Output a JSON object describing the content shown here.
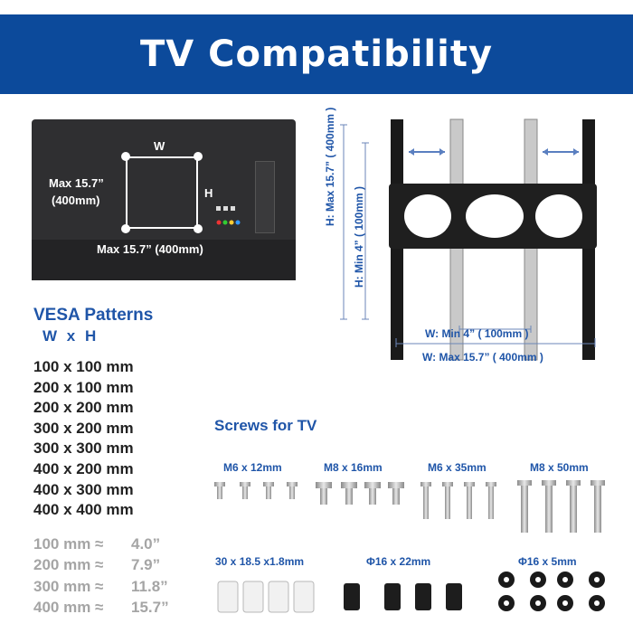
{
  "title": "TV  Compatibility",
  "tv": {
    "w_label": "W",
    "h_label": "H",
    "max_h_line1": "Max 15.7”",
    "max_h_line2": "(400mm)",
    "max_w": "Max 15.7”  (400mm)"
  },
  "mount": {
    "h_max": "H:  Max  15.7”  ( 400mm )",
    "h_min": "H:  Min  4”  ( 100mm )",
    "w_min": "W:  Min  4”  ( 100mm )",
    "w_max": "W:  Max  15.7”  ( 400mm )"
  },
  "vesa": {
    "title": "VESA Patterns",
    "wh": "W  x  H",
    "patterns": [
      "100 x 100 mm",
      "200 x 100 mm",
      "200 x 200 mm",
      "300 x 200 mm",
      "300 x 300 mm",
      "400 x 200 mm",
      "400 x 300 mm",
      "400 x 400 mm"
    ],
    "conversions": [
      {
        "mm": "100 mm ≈",
        "in": "4.0”"
      },
      {
        "mm": "200 mm ≈",
        "in": "7.9”"
      },
      {
        "mm": "300 mm ≈",
        "in": "11.8”"
      },
      {
        "mm": "400 mm ≈",
        "in": "15.7”"
      }
    ]
  },
  "screws": {
    "title": "Screws for TV",
    "labels": [
      "M6 x 12mm",
      "M8 x 16mm",
      "M6 x 35mm",
      "M8 x 50mm",
      "30 x 18.5 x1.8mm",
      "Φ16 x 22mm",
      "Φ16 x 5mm"
    ]
  },
  "colors": {
    "banner": "#0c4a9b",
    "accent": "#1f55a8",
    "muted": "#a5a5a5"
  }
}
